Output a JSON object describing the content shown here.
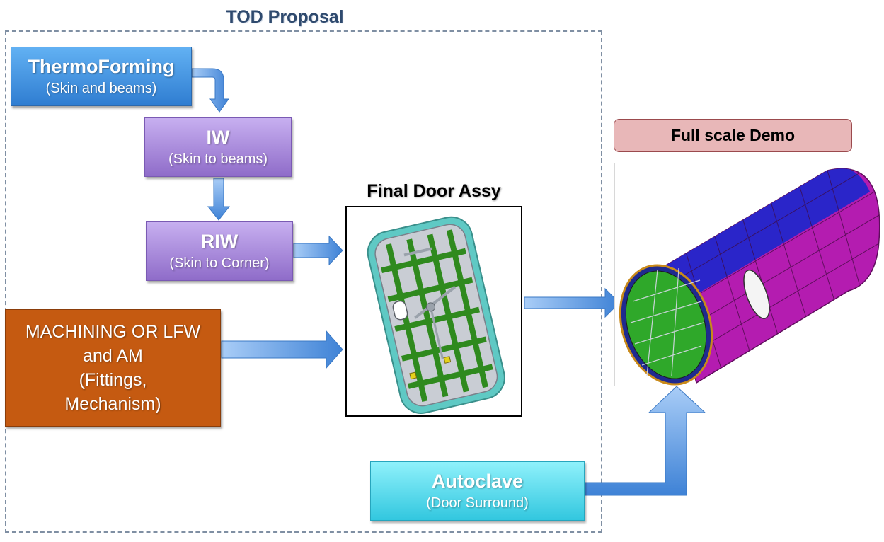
{
  "frame": {
    "title": "TOD Proposal"
  },
  "boxes": {
    "thermoforming": {
      "title": "ThermoForming",
      "subtitle": "(Skin and beams)"
    },
    "iw": {
      "title": "IW",
      "subtitle": "(Skin to beams)"
    },
    "riw": {
      "title": "RIW",
      "subtitle": "(Skin to Corner)"
    },
    "machining": {
      "lines": [
        "MACHINING OR LFW",
        "and AM",
        "(Fittings,",
        "Mechanism)"
      ]
    },
    "autoclave": {
      "title": "Autoclave",
      "subtitle": "(Door Surround)"
    }
  },
  "final_door": {
    "title": "Final Door Assy"
  },
  "demo": {
    "title": "Full scale Demo"
  },
  "colors": {
    "thermoforming": "#3d8fe0",
    "iw_riw": "#a88ad9",
    "machining": "#c55a11",
    "autoclave": "#5fdcec",
    "demo_label": "#e8b7b8",
    "frame_title": "#2f4a6e",
    "arrow": "#4a8ad8"
  }
}
